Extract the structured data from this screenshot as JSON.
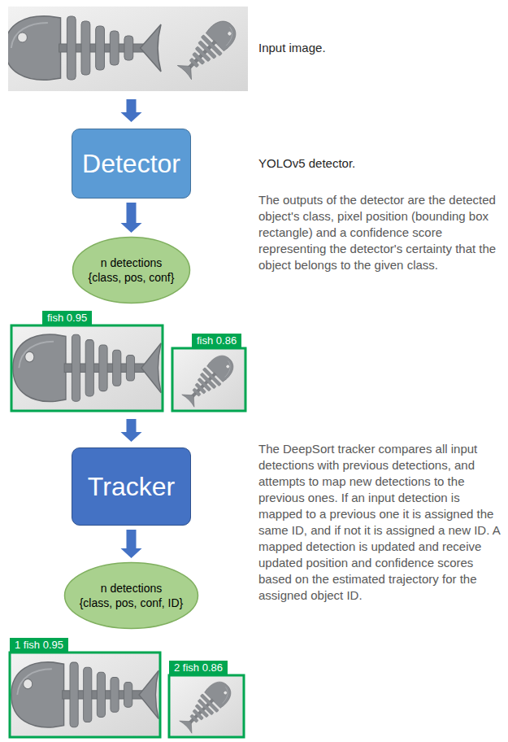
{
  "diagram": {
    "nodes": [
      {
        "text": [
          "Detector"
        ]
      },
      {
        "text": [
          "n detections",
          "{class, pos, conf}"
        ]
      },
      {
        "text": [
          "Tracker"
        ]
      },
      {
        "text": [
          "n detections",
          "{class, pos, conf, ID}"
        ]
      }
    ],
    "edges": [
      {
        "from": 0,
        "to": 1,
        "arrow": "to"
      },
      {
        "from": 2,
        "to": 3,
        "arrow": "to"
      }
    ],
    "labels": [
      "Input image.",
      "YOLOv5 detector.",
      "The outputs of the detector are the detected object's class, pixel position (bounding box rectangle) and a confidence score representing the detector's certainty that the object belongs to the given class.",
      "fish 0.95",
      "fish 0.86",
      "The DeepSort tracker compares all input detections with previous detections, and attempts to map new detections to the previous ones. If an input detection is mapped to a previous one it is assigned the same ID, and if not it is assigned a new ID. A mapped detection is updated and receive updated position and confidence scores based on the estimated trajectory for the assigned object ID.",
      "1 fish 0.95",
      "2 fish 0.86"
    ]
  }
}
